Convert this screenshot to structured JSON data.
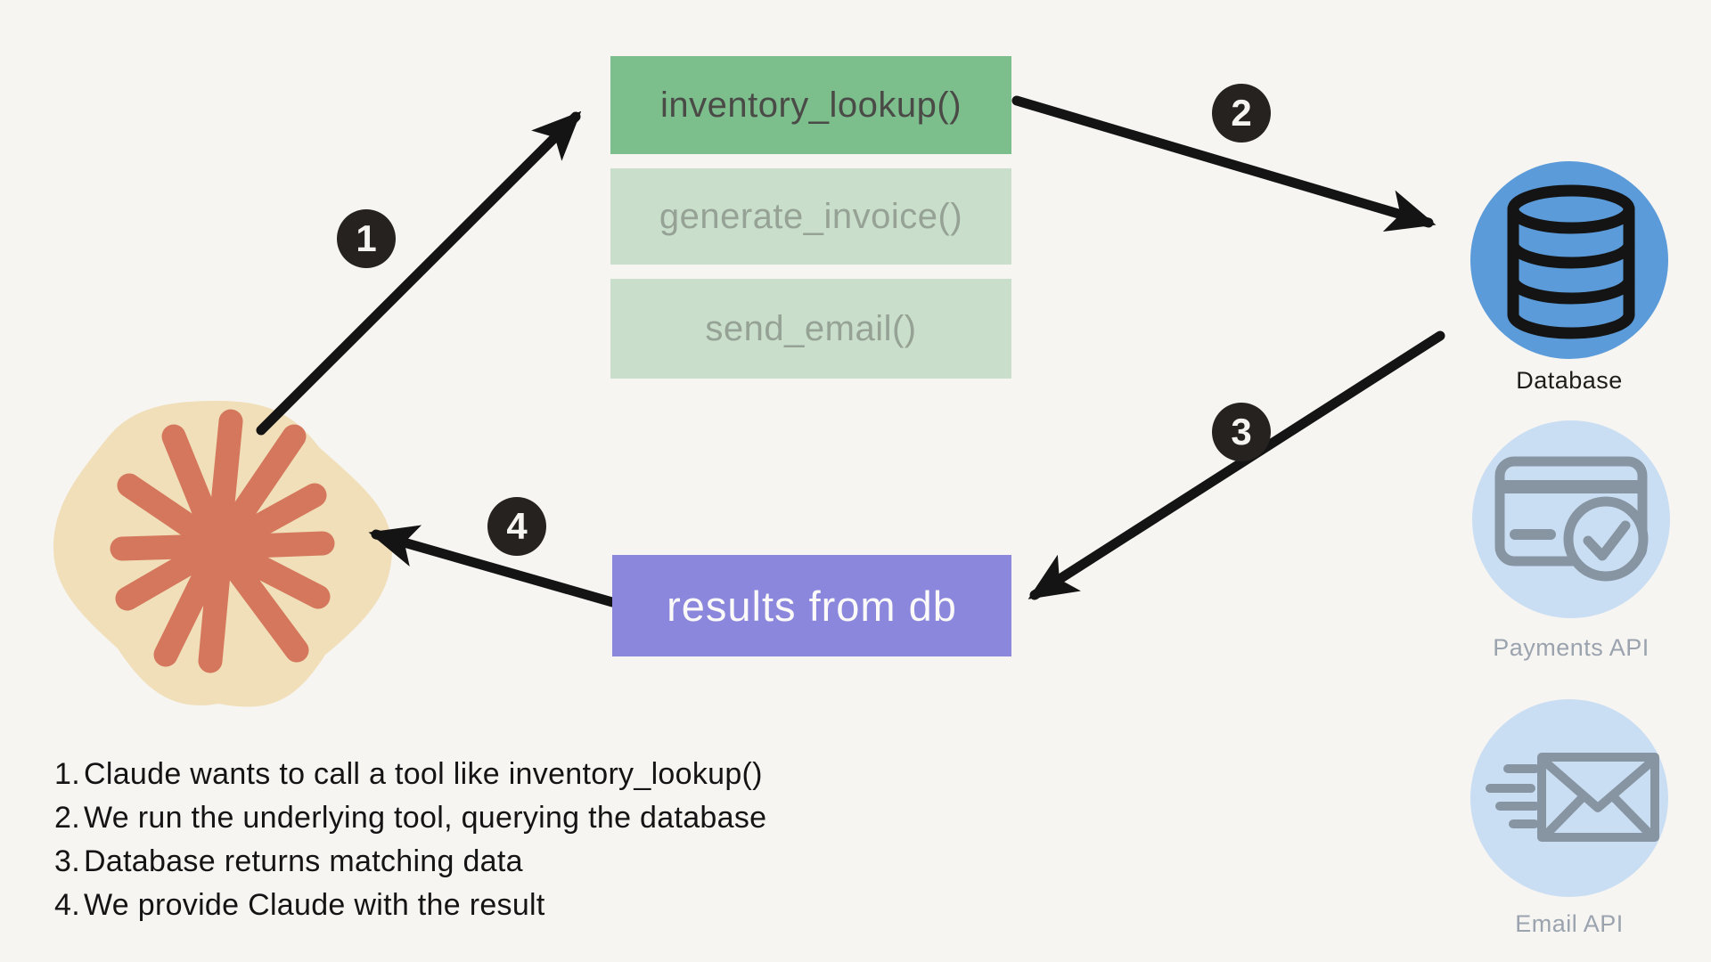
{
  "colors": {
    "background": "#f7f5f2",
    "active_tool_green": "#7dbe8d",
    "inactive_tool_green": "#cadfcb",
    "result_purple": "#8a87dc",
    "database_blue": "#5b9bd9",
    "inactive_service_blue": "#cadef3",
    "claude_orange": "#d5775c",
    "claude_blob_tan": "#f0dfb9",
    "arrow_black": "#141414",
    "badge_black": "#262220"
  },
  "tools": [
    {
      "label": "inventory_lookup()"
    },
    {
      "label": "generate_invoice()"
    },
    {
      "label": "send_email()"
    }
  ],
  "result_box": {
    "label": "results from db"
  },
  "services": [
    {
      "label": "Database"
    },
    {
      "label": "Payments API"
    },
    {
      "label": "Email API"
    }
  ],
  "badges": [
    {
      "label": "1"
    },
    {
      "label": "2"
    },
    {
      "label": "3"
    },
    {
      "label": "4"
    }
  ],
  "steps": [
    {
      "num": "1.",
      "text": "Claude wants to call a tool like inventory_lookup()"
    },
    {
      "num": "2.",
      "text": "We run the underlying tool, querying the database"
    },
    {
      "num": "3.",
      "text": "Database returns matching data"
    },
    {
      "num": "4.",
      "text": "We provide Claude with the result"
    }
  ]
}
